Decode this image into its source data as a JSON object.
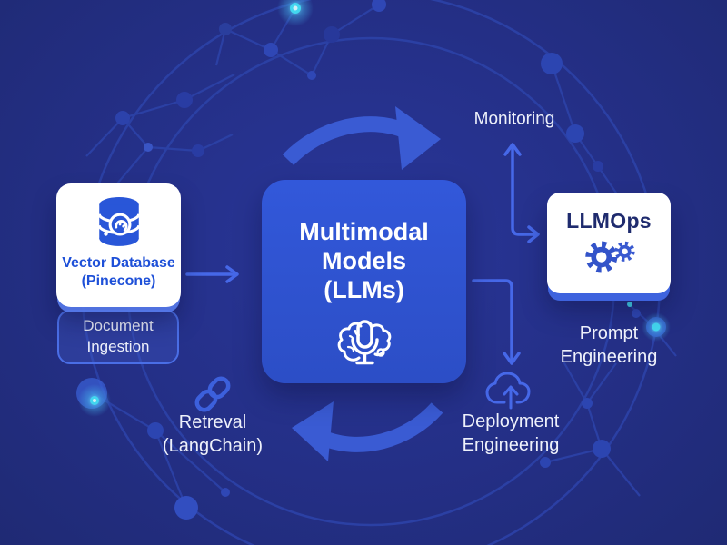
{
  "center_box": {
    "lines": [
      "Multimodal",
      "Models",
      "(LLMs)"
    ],
    "icon": "brain-mic-icon"
  },
  "vector_card": {
    "title": "Vector Database",
    "subtitle": "(Pinecone)",
    "icon": "database-icon"
  },
  "document_tag": {
    "lines": [
      "Document",
      "Ingestion"
    ]
  },
  "llmops_card": {
    "title": "LLMOps",
    "icon": "gears-icon"
  },
  "labels": {
    "monitoring": "Monitoring",
    "prompt": [
      "Prompt",
      "Engineering"
    ],
    "deployment": [
      "Deployment",
      "Engineering"
    ],
    "retrieval": [
      "Retreval",
      "(LangChain)"
    ]
  },
  "icons": [
    "database-icon",
    "gears-icon",
    "brain-mic-icon",
    "cloud-upload-icon",
    "chain-link-icon",
    "cycle-arrow-top-icon",
    "cycle-arrow-bottom-icon"
  ],
  "colors": {
    "background": "#242f86",
    "center_box_blue": "#3156d4",
    "cycle_arrow_blue": "#3a5bd3",
    "connector_blue": "#4668e8",
    "network_line_blue": "#2c41a6",
    "card_title_blue": "#1e50d8",
    "llmops_title_navy": "#1f2b6e",
    "gear_blue": "#3353c9",
    "glow_cyan": "#45e0f5",
    "label_text": "#eef1fb"
  }
}
